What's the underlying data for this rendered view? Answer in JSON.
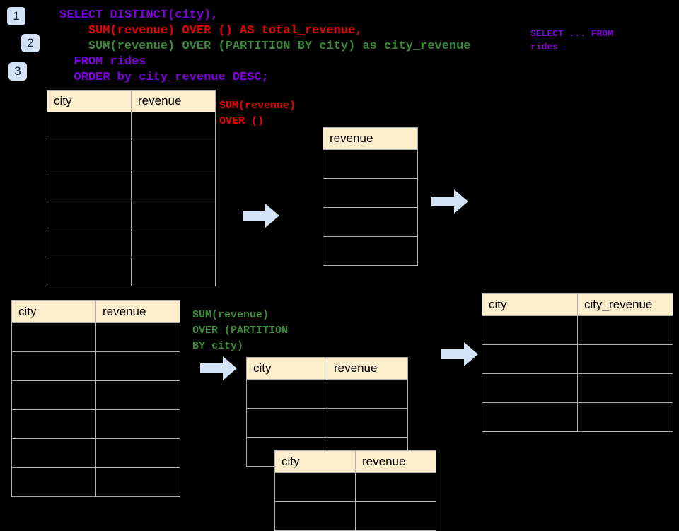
{
  "background_color": "#000000",
  "palette": {
    "badge_bg": "#d3e3f5",
    "badge_text": "#1a1a2e",
    "sql_purple": "#8000e0",
    "sql_red": "#ee0000",
    "sql_green": "#3a8a38",
    "table_header_bg": "#fceecd",
    "table_border": "#b0b0b0",
    "arrow_fill": "#d3e3f5"
  },
  "badges": [
    {
      "label": "1"
    },
    {
      "label": "2"
    },
    {
      "label": "3"
    }
  ],
  "sql": {
    "lines": [
      {
        "text": "SELECT DISTINCT(city),",
        "color": "purple"
      },
      {
        "text": "    SUM(revenue) OVER () AS total_revenue,",
        "color": "red"
      },
      {
        "text": "    SUM(revenue) OVER (PARTITION BY city) as city_revenue",
        "color": "green"
      },
      {
        "text": "  FROM rides",
        "color": "purple"
      },
      {
        "text": "  ORDER by city_revenue DESC;",
        "color": "purple"
      }
    ]
  },
  "side_note": {
    "text": "SELECT ... FROM\nrides"
  },
  "annotations": {
    "total_revenue": "SUM(revenue)\nOVER ()",
    "city_revenue": "SUM(revenue)\nOVER (PARTITION\nBY city)"
  },
  "tables": {
    "source_top": {
      "name": "rides-source-table-top",
      "headers": [
        "city",
        "revenue"
      ],
      "body_row_count": 6
    },
    "total_revenue": {
      "name": "total-revenue-table",
      "headers": [
        "revenue"
      ],
      "body_row_count": 4
    },
    "source_bottom": {
      "name": "rides-source-table-bottom",
      "headers": [
        "city",
        "revenue"
      ],
      "body_row_count": 6
    },
    "partition_back": {
      "name": "partition-group-table-back",
      "headers": [
        "city",
        "revenue"
      ],
      "body_row_count": 3
    },
    "partition_front": {
      "name": "partition-group-table-front",
      "headers": [
        "city",
        "revenue"
      ],
      "body_row_count": 2
    },
    "result": {
      "name": "city-revenue-result-table",
      "headers": [
        "city",
        "city_revenue"
      ],
      "body_row_count": 4
    }
  },
  "arrows": [
    {
      "name": "arrow-source-to-total"
    },
    {
      "name": "arrow-total-to-result"
    },
    {
      "name": "arrow-source-to-partition"
    },
    {
      "name": "arrow-partition-to-result"
    }
  ]
}
